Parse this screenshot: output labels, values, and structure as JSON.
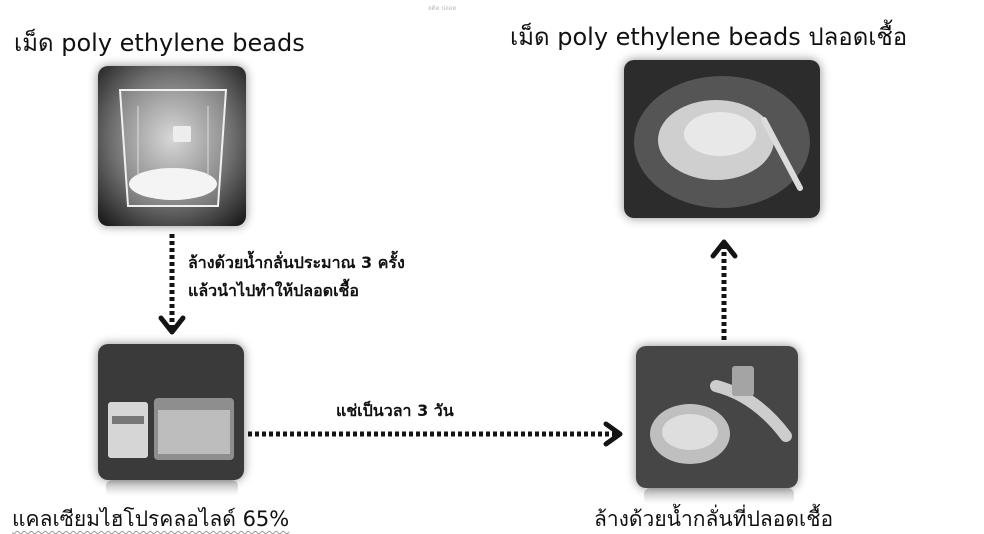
{
  "header_tiny": "ลดิต ปลอด",
  "top_left_label": "เม็ด poly ethylene beads",
  "top_right_label": "เม็ด poly ethylene beads ปลอดเชื้อ",
  "step1_line1": "ล้างด้วยน้ำกลั่นประมาณ 3 ครั้ง",
  "step1_line2": "แล้วนำไปทำให้ปลอดเชื้อ",
  "step2_label": "แช่เป็นวลา 3 วัน",
  "bottom_left_label": "แคลเซียมไฮโปรคลอไลด์ 65%",
  "bottom_right_label": "ล้างด้วยน้ำกลั่นที่ปลอดเชื้อ",
  "colors": {
    "arrow": "#141414",
    "text": "#111111"
  }
}
